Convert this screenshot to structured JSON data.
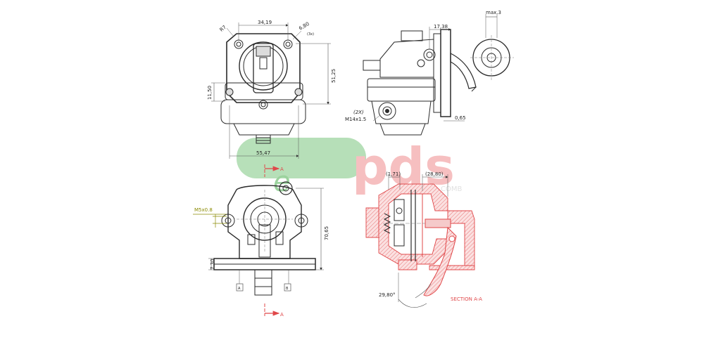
{
  "watermark": {
    "text_a": "AGRO",
    "text_b": "pds",
    "text_c": "COMB",
    "green": "#4cb050",
    "pink": "#f08c8e"
  },
  "colors": {
    "line": "#2a2a2a",
    "dim": "#555555",
    "section": "#e0484a",
    "hatch_fill": "#fbe1e1",
    "m5_label": "#8a8a00"
  },
  "labels": {
    "r7": "R7",
    "d34_19": "34,19",
    "d6_80": "6,80",
    "d3x": "(3x)",
    "d51_25": "51,25",
    "d11_50": "11,50",
    "d55_47": "55,47",
    "d17_38": "17,38",
    "max3": "max.3",
    "two_x": "(2X)",
    "m14": "M14x1.5",
    "d0_65": "0,65",
    "m5": "M5x0.8",
    "d70_65": "70,65",
    "d7_30": "7,30",
    "box_a": "A",
    "box_b": "B",
    "arrow_a_top": "A",
    "arrow_a_bottom": "A",
    "d1_71": "(1,71)",
    "d28_80": "(28,80)",
    "d29_80": "29,80°",
    "section": "SECTION A-A"
  }
}
